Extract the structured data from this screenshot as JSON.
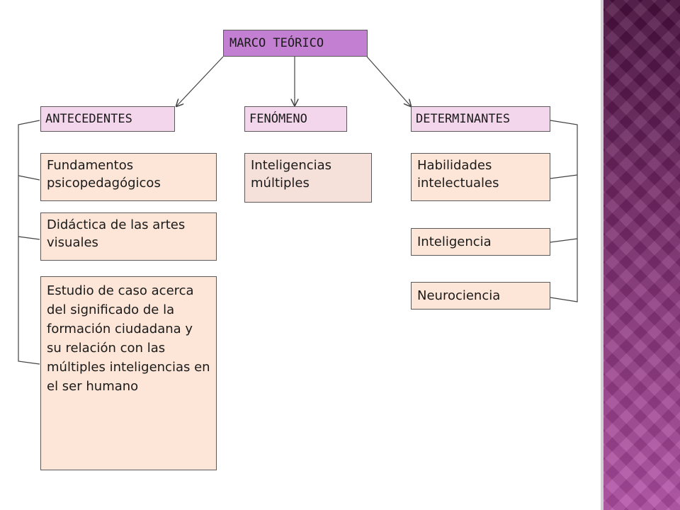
{
  "diagram": {
    "root": "MARCO TEÓRICO",
    "categories": {
      "antecedentes": "ANTECEDENTES",
      "fenomeno": "FENÓMENO",
      "determinantes": "DETERMINANTES"
    },
    "antecedentes_items": [
      "Fundamentos psicopedagógicos",
      "Didáctica de las artes visuales",
      "Estudio de caso acerca del significado de la formación ciudadana y su relación con las múltiples inteligencias en el ser humano"
    ],
    "fenomeno_items": [
      "Inteligencias múltiples"
    ],
    "determinantes_items": [
      "Habilidades intelectuales",
      "Inteligencia",
      "Neurociencia"
    ]
  },
  "colors": {
    "root_fill": "#c37fd1",
    "category_fill": "#f3d6ec",
    "leaf_fill": "#fde6d8",
    "border": "#5a5a5a",
    "sidebar": "#7a2f6e"
  }
}
